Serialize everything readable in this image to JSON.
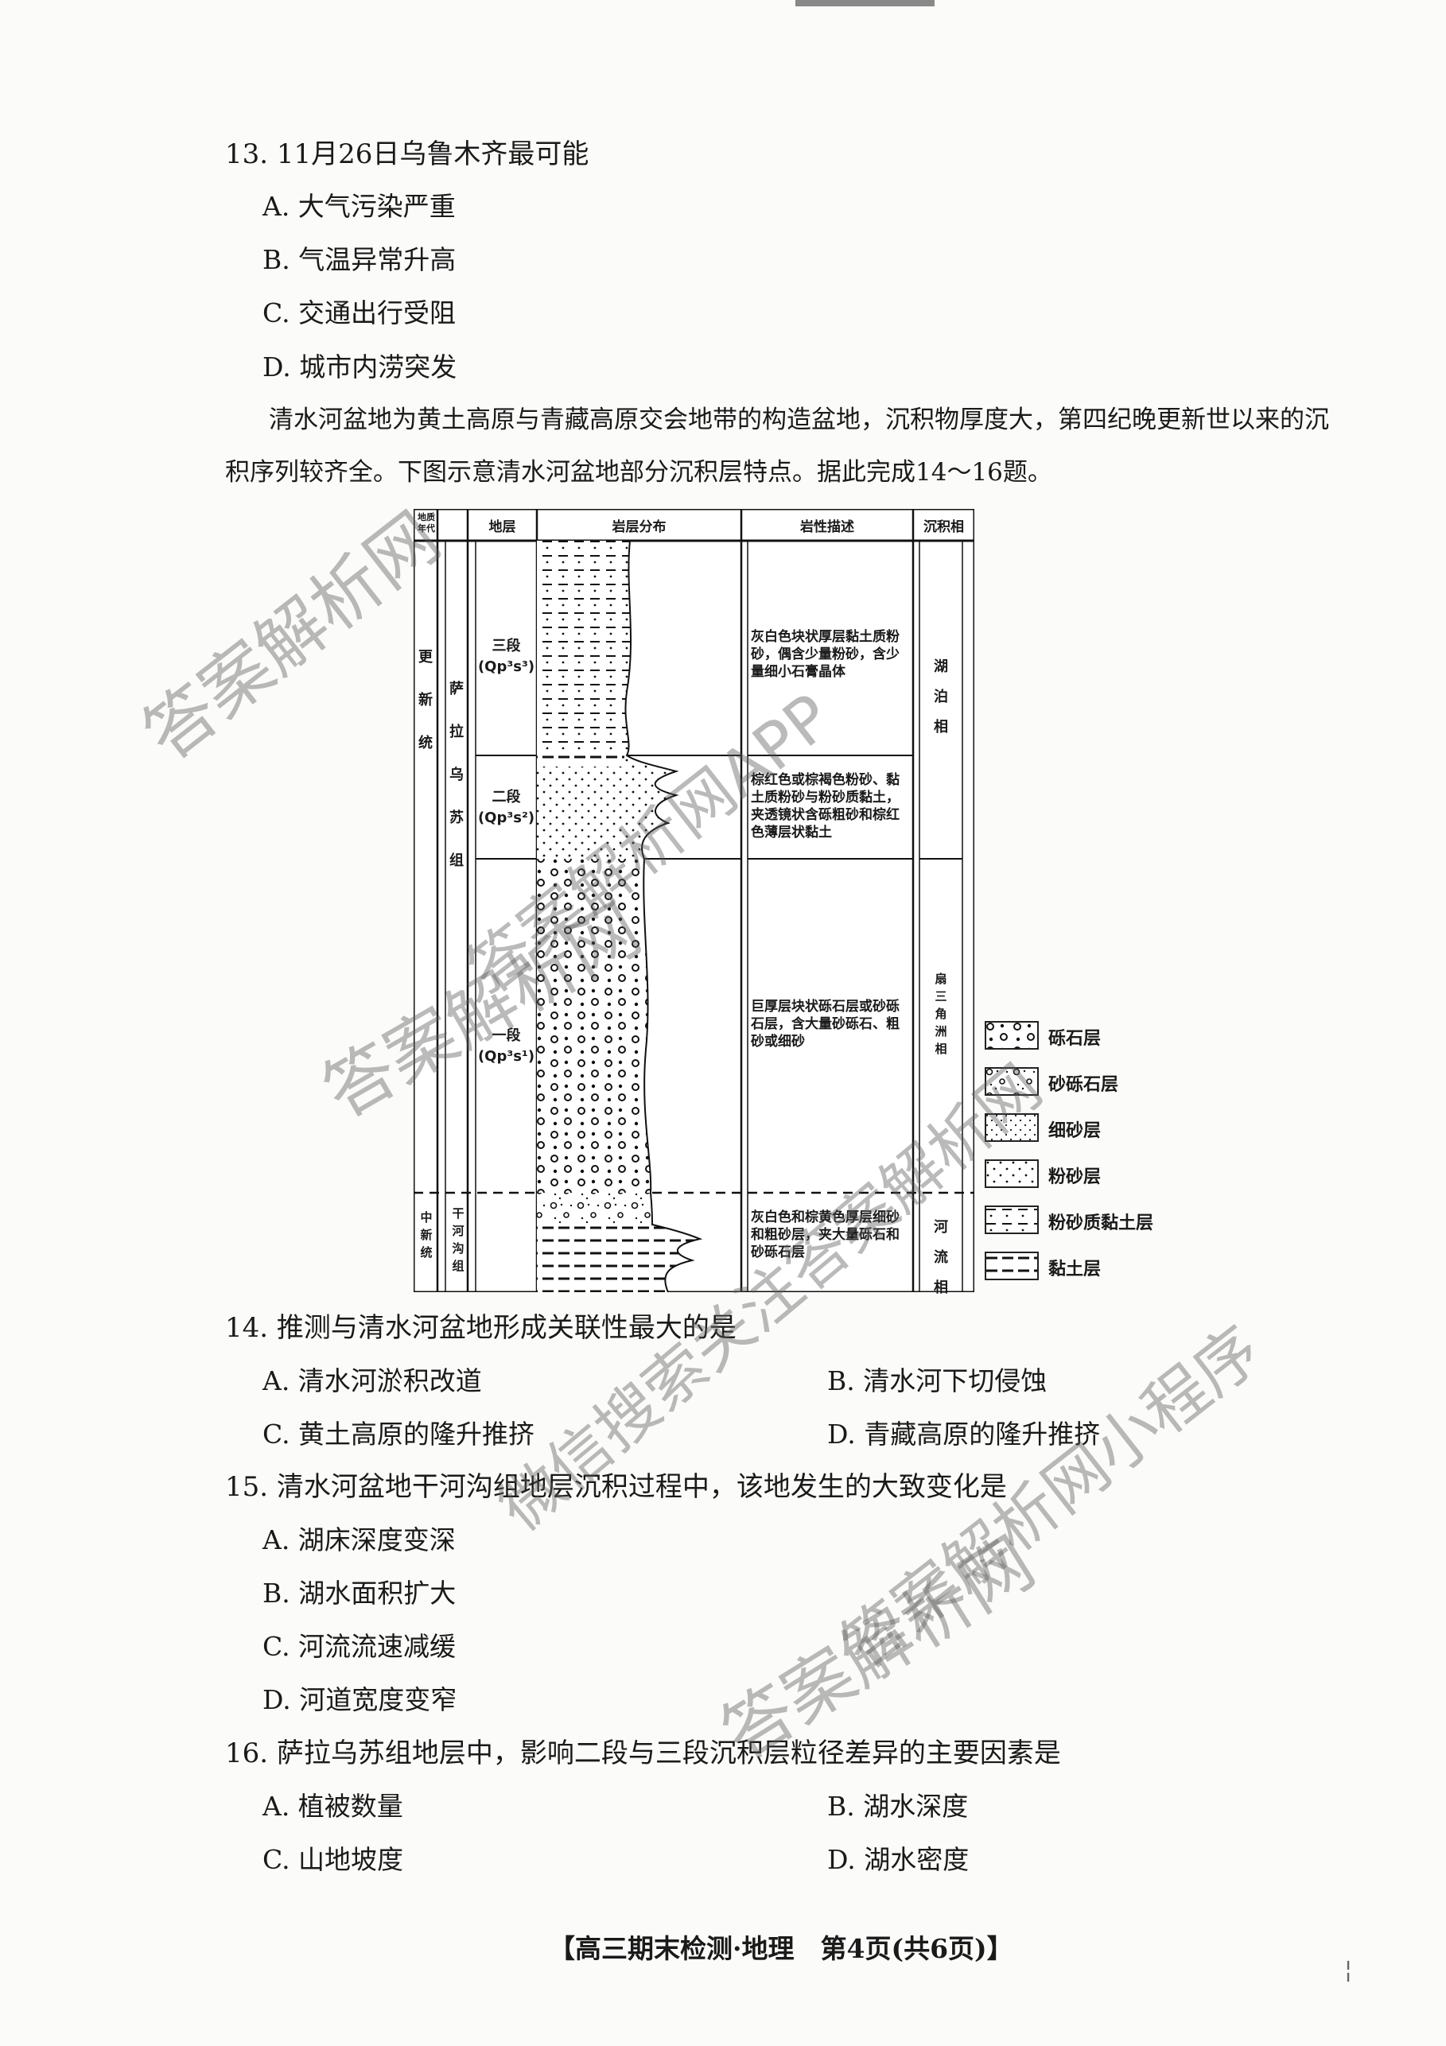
{
  "questions": {
    "q13": {
      "stem": "13. 11月26日乌鲁木齐最可能",
      "options": [
        "A. 大气污染严重",
        "B. 气温异常升高",
        "C. 交通出行受阻",
        "D. 城市内涝突发"
      ]
    },
    "intro": {
      "line1": "清水河盆地为黄土高原与青藏高原交会地带的构造盆地，沉积物厚度大，第四纪晚更新世以来的沉",
      "line2": "积序列较齐全。下图示意清水河盆地部分沉积层特点。据此完成14～16题。"
    },
    "q14": {
      "stem": "14. 推测与清水河盆地形成关联性最大的是",
      "options": [
        "A. 清水河淤积改道",
        "B. 清水河下切侵蚀",
        "C. 黄土高原的隆升推挤",
        "D. 青藏高原的隆升推挤"
      ]
    },
    "q15": {
      "stem": "15. 清水河盆地干河沟组地层沉积过程中，该地发生的大致变化是",
      "options": [
        "A. 湖床深度变深",
        "B. 湖水面积扩大",
        "C. 河流流速减缓",
        "D. 河道宽度变窄"
      ]
    },
    "q16": {
      "stem": "16. 萨拉乌苏组地层中，影响二段与三段沉积层粒径差异的主要因素是",
      "options": [
        "A. 植被数量",
        "B. 湖水深度",
        "C. 山地坡度",
        "D. 湖水密度"
      ]
    }
  },
  "figure": {
    "headers": {
      "era": "地质年代",
      "stratum": "地层",
      "distribution": "岩层分布",
      "description": "岩性描述",
      "facies": "沉积相"
    },
    "eras": {
      "upper": "更新统",
      "lower": "中新统"
    },
    "formations": {
      "salawusu": "萨拉乌苏组",
      "ganhegou": "干河沟组"
    },
    "segments": [
      {
        "name": "三段",
        "code": "(Qp³s³)"
      },
      {
        "name": "二段",
        "code": "(Qp³s²)"
      },
      {
        "name": "一段",
        "code": "(Qp³s¹)"
      }
    ],
    "descriptions": {
      "seg3": "灰白色块状厚层黏土质粉砂，偶含少量粉砂，含少量细小石膏晶体",
      "seg2": "棕红色或棕褐色粉砂、黏土质粉砂与粉砂质黏土，夹透镜状含砾粗砂和棕红色薄层状黏土",
      "seg1": "巨厚层块状砾石层或砂砾石层，含大量砂砾石、粗砂或细砂",
      "ganhegou": "灰白色和棕黄色厚层细砂和粗砂层，夹大量砾石和砂砾石层"
    },
    "facies": {
      "lake": "湖泊相",
      "delta": "扇三角洲相",
      "river": "河流相"
    },
    "legend": [
      "砾石层",
      "砂砾石层",
      "细砂层",
      "粉砂层",
      "粉砂质黏土层",
      "黏土层"
    ]
  },
  "footer": "【高三期末检测·地理　第4页(共6页)】",
  "watermarks": [
    "答案解析网",
    "答案解析网APP",
    "答案解析网",
    "微信搜索关注答案解析网",
    "答案解析网小程序",
    "答案解析网"
  ]
}
